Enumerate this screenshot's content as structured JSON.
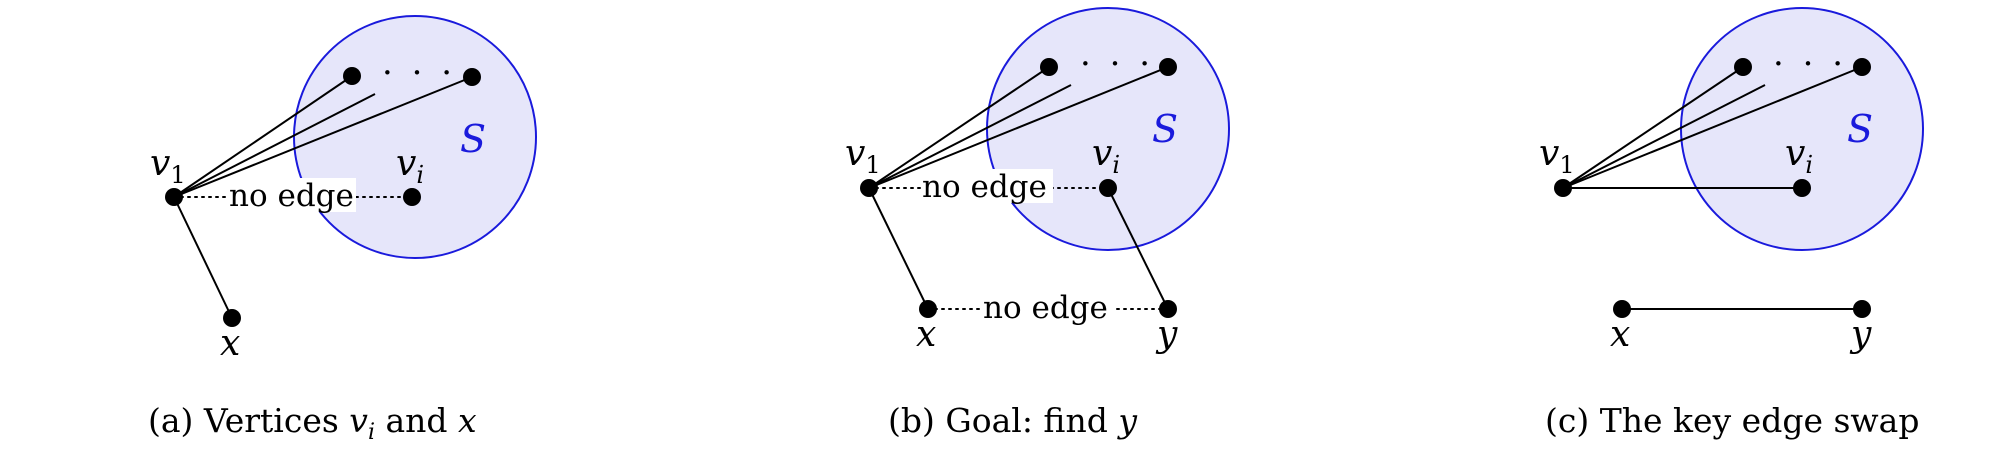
{
  "colors": {
    "set_fill": "#e6e6fa",
    "set_stroke": "#1a1adc",
    "set_label": "#1a1adc",
    "ink": "#000000"
  },
  "labels": {
    "v1_base": "v",
    "v1_sub": "1",
    "vi_base": "v",
    "vi_sub": "i",
    "x": "x",
    "y": "y",
    "set": "S",
    "ellipsis": "· · ·",
    "no_edge": "no edge"
  },
  "panels": [
    {
      "caption": {
        "prefix": "(a) Vertices ",
        "vi_base": "v",
        "vi_sub": "i",
        "middle": " and ",
        "var": "x",
        "suffix": ""
      }
    },
    {
      "caption": {
        "prefix": "(b) Goal:  find ",
        "var": "y"
      }
    },
    {
      "caption": {
        "text": "(c) The key edge swap"
      }
    }
  ]
}
